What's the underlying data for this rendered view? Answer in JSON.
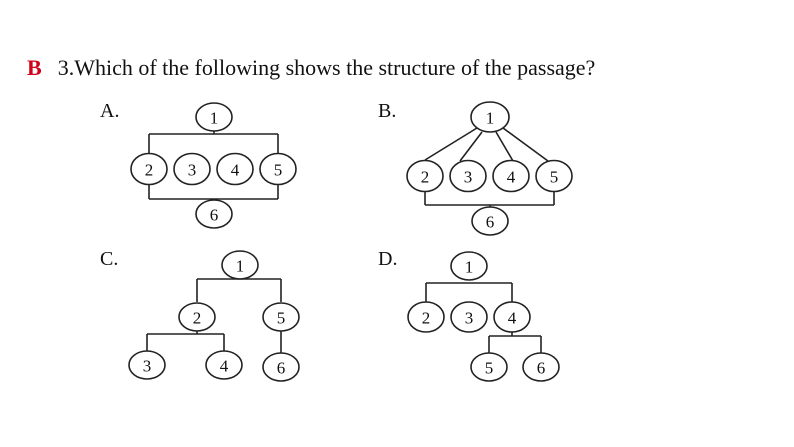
{
  "question": {
    "answer": "B",
    "text": "3.Which of the following shows the structure of the passage?"
  },
  "options": {
    "A": {
      "label": "A."
    },
    "B": {
      "label": "B."
    },
    "C": {
      "label": "C."
    },
    "D": {
      "label": "D."
    }
  },
  "nodes": [
    "1",
    "2",
    "3",
    "4",
    "5",
    "6"
  ]
}
